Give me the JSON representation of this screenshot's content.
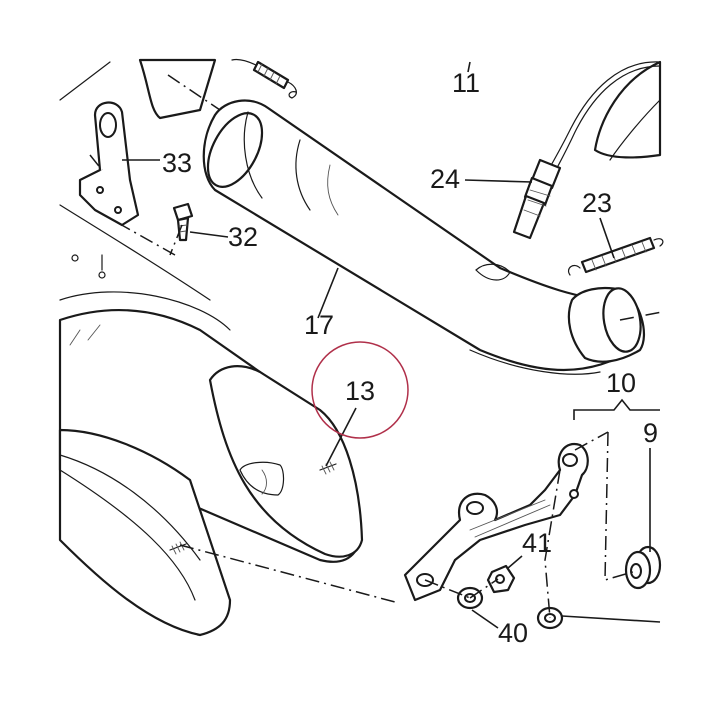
{
  "diagram": {
    "callouts": {
      "p11": "11",
      "p33": "33",
      "p32": "32",
      "p24": "24",
      "p23": "23",
      "p17": "17",
      "p13": "13",
      "p10": "10",
      "p9": "9",
      "p41": "41",
      "p40": "40"
    },
    "highlight_color": "#b0304a"
  }
}
